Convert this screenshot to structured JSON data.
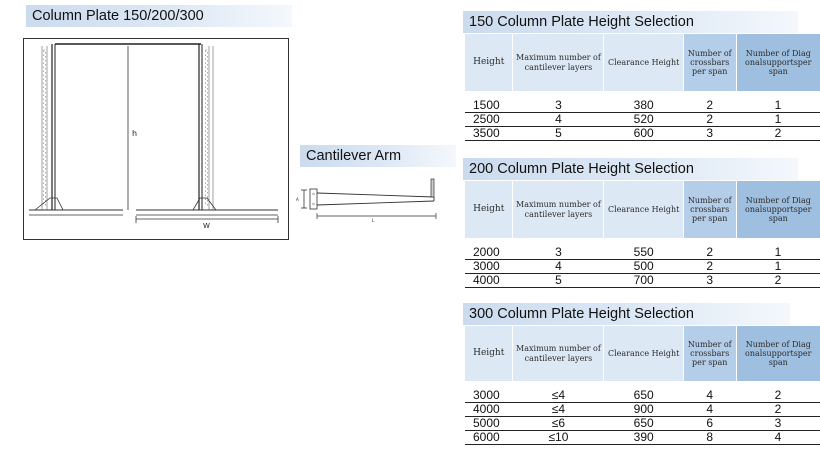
{
  "left_title": "Column Plate 150/200/300",
  "arm_title": "Cantilever Arm",
  "drawing_labels": {
    "h": "h",
    "w": "W",
    "a": "A",
    "l": "L"
  },
  "table_headers": {
    "height": "Height",
    "max_layers": "Maximum number of cantilever layers",
    "clearance": "Clearance Height",
    "crossbars": "Number of crossbars per span",
    "diagonal": "Number of Diag onalsupportsper span"
  },
  "tables": [
    {
      "title": "150 Column Plate Height Selection",
      "rows": [
        [
          "1500",
          "3",
          "380",
          "2",
          "1"
        ],
        [
          "2500",
          "4",
          "520",
          "2",
          "1"
        ],
        [
          "3500",
          "5",
          "600",
          "3",
          "2"
        ]
      ]
    },
    {
      "title": "200 Column Plate Height Selection",
      "rows": [
        [
          "2000",
          "3",
          "550",
          "2",
          "1"
        ],
        [
          "3000",
          "4",
          "500",
          "2",
          "1"
        ],
        [
          "4000",
          "5",
          "700",
          "3",
          "2"
        ]
      ]
    },
    {
      "title": "300 Column Plate Height Selection",
      "rows": [
        [
          "3000",
          "≤4",
          "650",
          "4",
          "2"
        ],
        [
          "4000",
          "≤4",
          "900",
          "4",
          "2"
        ],
        [
          "5000",
          "≤6",
          "650",
          "6",
          "3"
        ],
        [
          "6000",
          "≤10",
          "390",
          "8",
          "4"
        ]
      ]
    }
  ]
}
